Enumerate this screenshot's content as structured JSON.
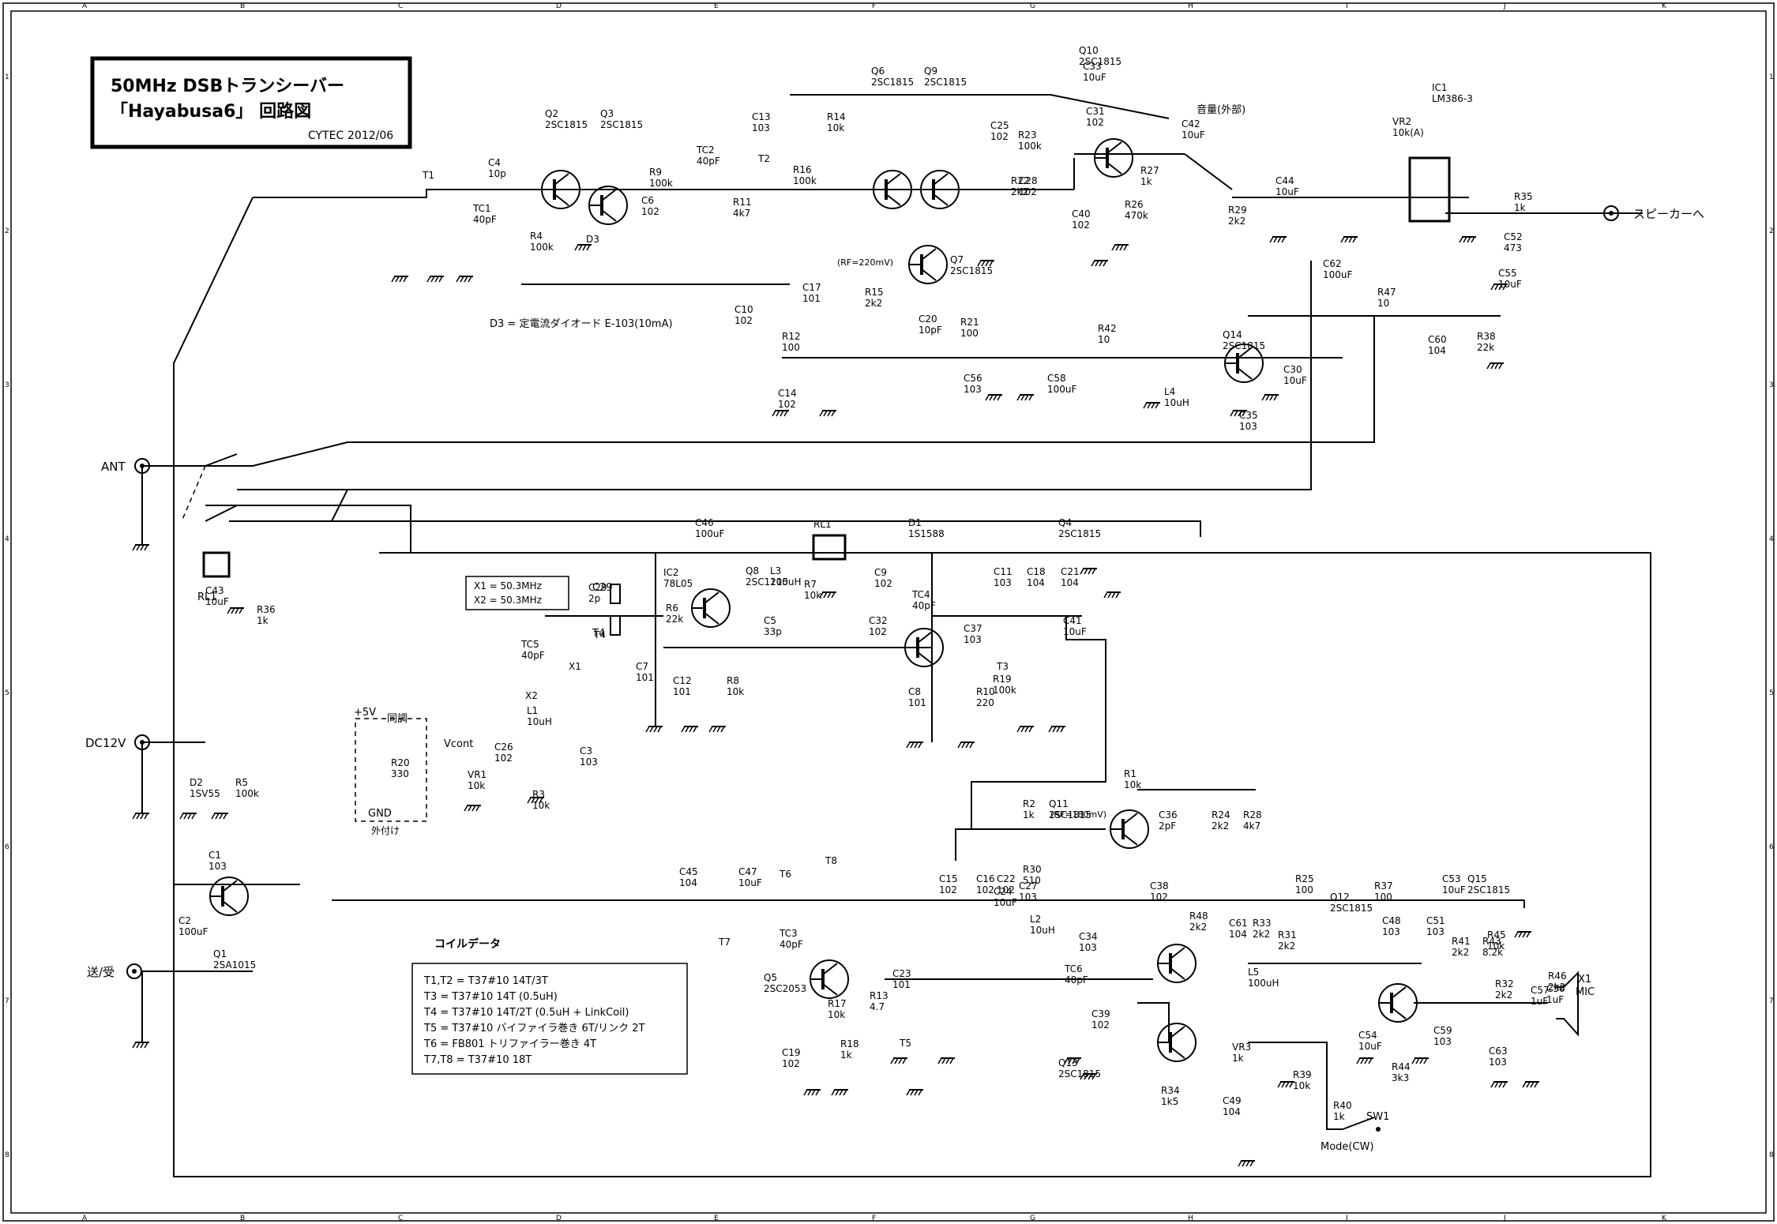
{
  "title_block": {
    "title": "50MHz DSBトランシーバー",
    "subtitle": "「Hayabusa6」 回路図",
    "maker": "CYTEC",
    "date": "2012/06"
  },
  "border": {
    "columns": [
      "A",
      "B",
      "C",
      "D",
      "E",
      "F",
      "G",
      "H",
      "I",
      "J",
      "K"
    ],
    "rows": [
      "1",
      "2",
      "3",
      "4",
      "5",
      "6",
      "7",
      "8"
    ]
  },
  "connectors": {
    "ant": "ANT",
    "dc12v": "DC12V",
    "ptt": "送/受",
    "speaker": "スピーカーへ",
    "mic_ref": "X1",
    "mic": "MIC",
    "plus5v": "+5V",
    "gnd": "GND",
    "tune": "同調",
    "external": "外付け",
    "vcont": "Vcont",
    "volume_ext": "音量(外部)",
    "mode": "Mode(CW)",
    "sw1": "SW1"
  },
  "notes": {
    "d3": "D3 = 定電流ダイオード E-103(10mA)",
    "rf220": "(RF=220mV)",
    "rf180": "(RF=180mV)",
    "x1": "X1 = 50.3MHz",
    "x2": "X2 = 50.3MHz"
  },
  "coil_data": {
    "heading": "コイルデータ",
    "lines": [
      "T1,T2 = T37#10 14T/3T",
      "T3 = T37#10 14T (0.5uH)",
      "T4 = T37#10 14T/2T (0.5uH + LinkCoil)",
      "T5 = T37#10 バイファイラ巻き 6T/リンク 2T",
      "T6 = FB801 トリファイラー巻き 4T",
      "T7,T8 = T37#10 18T"
    ]
  },
  "parts": [
    {
      "ref": "Q2",
      "val": "2SC1815"
    },
    {
      "ref": "Q3",
      "val": "2SC1815"
    },
    {
      "ref": "Q6",
      "val": "2SC1815"
    },
    {
      "ref": "Q9",
      "val": "2SC1815"
    },
    {
      "ref": "Q10",
      "val": "2SC1815"
    },
    {
      "ref": "Q7",
      "val": "2SC1815"
    },
    {
      "ref": "Q14",
      "val": "2SC1815"
    },
    {
      "ref": "IC1",
      "val": "LM386-3"
    },
    {
      "ref": "T1",
      "val": ""
    },
    {
      "ref": "T2",
      "val": ""
    },
    {
      "ref": "TC1",
      "val": "40pF"
    },
    {
      "ref": "TC2",
      "val": "40pF"
    },
    {
      "ref": "C4",
      "val": "10p"
    },
    {
      "ref": "R4",
      "val": "100k"
    },
    {
      "ref": "D3",
      "val": ""
    },
    {
      "ref": "R9",
      "val": "100k"
    },
    {
      "ref": "C6",
      "val": "102"
    },
    {
      "ref": "R11",
      "val": "4k7"
    },
    {
      "ref": "C10",
      "val": "102"
    },
    {
      "ref": "R12",
      "val": "100"
    },
    {
      "ref": "C14",
      "val": "102"
    },
    {
      "ref": "C13",
      "val": "103"
    },
    {
      "ref": "R14",
      "val": "10k"
    },
    {
      "ref": "R16",
      "val": "100k"
    },
    {
      "ref": "C17",
      "val": "101"
    },
    {
      "ref": "R15",
      "val": "2k2"
    },
    {
      "ref": "C20",
      "val": "10pF"
    },
    {
      "ref": "R21",
      "val": "100"
    },
    {
      "ref": "C25",
      "val": "102"
    },
    {
      "ref": "R22",
      "val": "2k2"
    },
    {
      "ref": "R23",
      "val": "100k"
    },
    {
      "ref": "C28",
      "val": "102"
    },
    {
      "ref": "C33",
      "val": "10uF"
    },
    {
      "ref": "C31",
      "val": "102"
    },
    {
      "ref": "C40",
      "val": "102"
    },
    {
      "ref": "R26",
      "val": "470k"
    },
    {
      "ref": "R27",
      "val": "1k"
    },
    {
      "ref": "C42",
      "val": "10uF"
    },
    {
      "ref": "R29",
      "val": "2k2"
    },
    {
      "ref": "C44",
      "val": "10uF"
    },
    {
      "ref": "VR2",
      "val": "10k(A)"
    },
    {
      "ref": "R35",
      "val": "1k"
    },
    {
      "ref": "C52",
      "val": "473"
    },
    {
      "ref": "C55",
      "val": "10uF"
    },
    {
      "ref": "C62",
      "val": "100uF"
    },
    {
      "ref": "R47",
      "val": "10"
    },
    {
      "ref": "C60",
      "val": "104"
    },
    {
      "ref": "R38",
      "val": "22k"
    },
    {
      "ref": "R42",
      "val": "10"
    },
    {
      "ref": "C56",
      "val": "103"
    },
    {
      "ref": "C58",
      "val": "100uF"
    },
    {
      "ref": "L4",
      "val": "10uH"
    },
    {
      "ref": "C30",
      "val": "10uF"
    },
    {
      "ref": "C35",
      "val": "103"
    },
    {
      "ref": "C43",
      "val": "10uF"
    },
    {
      "ref": "R36",
      "val": "1k"
    },
    {
      "ref": "C46",
      "val": "100uF"
    },
    {
      "ref": "RL1",
      "val": ""
    },
    {
      "ref": "D1",
      "val": "1S1588"
    },
    {
      "ref": "Q4",
      "val": "2SC1815"
    },
    {
      "ref": "IC2",
      "val": "78L05"
    },
    {
      "ref": "Q8",
      "val": "2SC1215"
    },
    {
      "ref": "L3",
      "val": "100uH"
    },
    {
      "ref": "R7",
      "val": "10k"
    },
    {
      "ref": "C9",
      "val": "102"
    },
    {
      "ref": "C11",
      "val": "103"
    },
    {
      "ref": "C18",
      "val": "104"
    },
    {
      "ref": "C21",
      "val": "104"
    },
    {
      "ref": "TC4",
      "val": "40pF"
    },
    {
      "ref": "C32",
      "val": "102"
    },
    {
      "ref": "C37",
      "val": "103"
    },
    {
      "ref": "C41",
      "val": "10uF"
    },
    {
      "ref": "T3",
      "val": ""
    },
    {
      "ref": "R19",
      "val": "100k"
    },
    {
      "ref": "C29",
      "val": "2p"
    },
    {
      "ref": "T4",
      "val": ""
    },
    {
      "ref": "TC5",
      "val": "40pF"
    },
    {
      "ref": "X1",
      "val": ""
    },
    {
      "ref": "X2",
      "val": ""
    },
    {
      "ref": "L1",
      "val": "10uH"
    },
    {
      "ref": "R6",
      "val": "22k"
    },
    {
      "ref": "C5",
      "val": "33p"
    },
    {
      "ref": "C7",
      "val": "101"
    },
    {
      "ref": "C12",
      "val": "101"
    },
    {
      "ref": "R8",
      "val": "10k"
    },
    {
      "ref": "C8",
      "val": "101"
    },
    {
      "ref": "R10",
      "val": "220"
    },
    {
      "ref": "R20",
      "val": "330"
    },
    {
      "ref": "C26",
      "val": "102"
    },
    {
      "ref": "VR1",
      "val": "10k"
    },
    {
      "ref": "R3",
      "val": "10k"
    },
    {
      "ref": "C3",
      "val": "103"
    },
    {
      "ref": "D2",
      "val": "1SV55"
    },
    {
      "ref": "R5",
      "val": "100k"
    },
    {
      "ref": "C1",
      "val": "103"
    },
    {
      "ref": "C2",
      "val": "100uF"
    },
    {
      "ref": "Q1",
      "val": "2SA1015"
    },
    {
      "ref": "R1",
      "val": "10k"
    },
    {
      "ref": "R2",
      "val": "1k"
    },
    {
      "ref": "Q11",
      "val": "2SC1815"
    },
    {
      "ref": "C36",
      "val": "2pF"
    },
    {
      "ref": "R24",
      "val": "2k2"
    },
    {
      "ref": "R28",
      "val": "4k7"
    },
    {
      "ref": "R30",
      "val": "510"
    },
    {
      "ref": "C45",
      "val": "104"
    },
    {
      "ref": "C47",
      "val": "10uF"
    },
    {
      "ref": "T8",
      "val": ""
    },
    {
      "ref": "T7",
      "val": ""
    },
    {
      "ref": "T6",
      "val": ""
    },
    {
      "ref": "TC3",
      "val": "40pF"
    },
    {
      "ref": "C15",
      "val": "102"
    },
    {
      "ref": "C16",
      "val": "102"
    },
    {
      "ref": "C22",
      "val": "102"
    },
    {
      "ref": "C24",
      "val": "10uF"
    },
    {
      "ref": "C27",
      "val": "103"
    },
    {
      "ref": "L2",
      "val": "10uH"
    },
    {
      "ref": "C34",
      "val": "103"
    },
    {
      "ref": "C38",
      "val": "102"
    },
    {
      "ref": "R25",
      "val": "100"
    },
    {
      "ref": "Q12",
      "val": "2SC1815"
    },
    {
      "ref": "R37",
      "val": "100"
    },
    {
      "ref": "C53",
      "val": "10uF"
    },
    {
      "ref": "Q15",
      "val": "2SC1815"
    },
    {
      "ref": "R45",
      "val": "10k"
    },
    {
      "ref": "R48",
      "val": "2k2"
    },
    {
      "ref": "C61",
      "val": "104"
    },
    {
      "ref": "R31",
      "val": "2k2"
    },
    {
      "ref": "R33",
      "val": "2k2"
    },
    {
      "ref": "C48",
      "val": "103"
    },
    {
      "ref": "C51",
      "val": "103"
    },
    {
      "ref": "R41",
      "val": "2k2"
    },
    {
      "ref": "R43",
      "val": "8.2k"
    },
    {
      "ref": "R46",
      "val": "2k2"
    },
    {
      "ref": "C50",
      "val": "1uF"
    },
    {
      "ref": "C57",
      "val": "1uF"
    },
    {
      "ref": "L5",
      "val": "100uH"
    },
    {
      "ref": "R32",
      "val": "2k2"
    },
    {
      "ref": "Q5",
      "val": "2SC2053"
    },
    {
      "ref": "R17",
      "val": "10k"
    },
    {
      "ref": "C23",
      "val": "101"
    },
    {
      "ref": "R13",
      "val": "4.7"
    },
    {
      "ref": "C19",
      "val": "102"
    },
    {
      "ref": "R18",
      "val": "1k"
    },
    {
      "ref": "T5",
      "val": ""
    },
    {
      "ref": "TC6",
      "val": "40pF"
    },
    {
      "ref": "C39",
      "val": "102"
    },
    {
      "ref": "Q13",
      "val": "2SC1815"
    },
    {
      "ref": "R34",
      "val": "1k5"
    },
    {
      "ref": "VR3",
      "val": "1k"
    },
    {
      "ref": "C49",
      "val": "104"
    },
    {
      "ref": "R39",
      "val": "10k"
    },
    {
      "ref": "R40",
      "val": "1k"
    },
    {
      "ref": "C54",
      "val": "10uF"
    },
    {
      "ref": "R44",
      "val": "3k3"
    },
    {
      "ref": "C59",
      "val": "103"
    },
    {
      "ref": "C63",
      "val": "103"
    }
  ]
}
